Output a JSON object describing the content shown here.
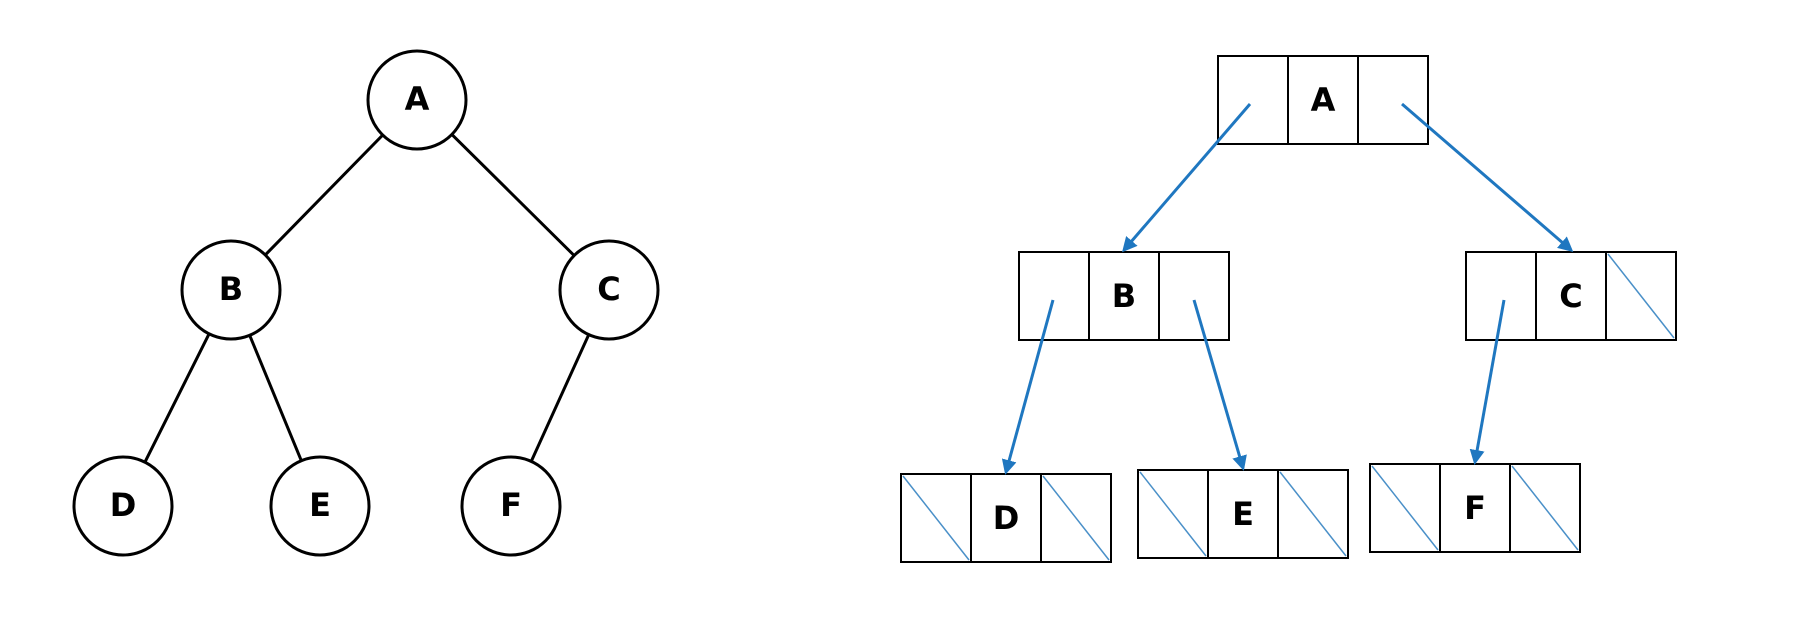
{
  "colors": {
    "pointer": "#1f77c0",
    "null_slash": "#4a90c8",
    "stroke": "#000000"
  },
  "tree": {
    "nodes": [
      {
        "id": "A",
        "label": "A"
      },
      {
        "id": "B",
        "label": "B"
      },
      {
        "id": "C",
        "label": "C"
      },
      {
        "id": "D",
        "label": "D"
      },
      {
        "id": "E",
        "label": "E"
      },
      {
        "id": "F",
        "label": "F"
      }
    ],
    "edges": [
      {
        "from": "A",
        "to": "B"
      },
      {
        "from": "A",
        "to": "C"
      },
      {
        "from": "B",
        "to": "D"
      },
      {
        "from": "B",
        "to": "E"
      },
      {
        "from": "C",
        "to": "F"
      }
    ]
  },
  "linked": {
    "nodes": [
      {
        "id": "A",
        "label": "A",
        "left": "B",
        "right": "C"
      },
      {
        "id": "B",
        "label": "B",
        "left": "D",
        "right": "E"
      },
      {
        "id": "C",
        "label": "C",
        "left": "F",
        "right": null
      },
      {
        "id": "D",
        "label": "D",
        "left": null,
        "right": null
      },
      {
        "id": "E",
        "label": "E",
        "left": null,
        "right": null
      },
      {
        "id": "F",
        "label": "F",
        "left": null,
        "right": null
      }
    ]
  }
}
